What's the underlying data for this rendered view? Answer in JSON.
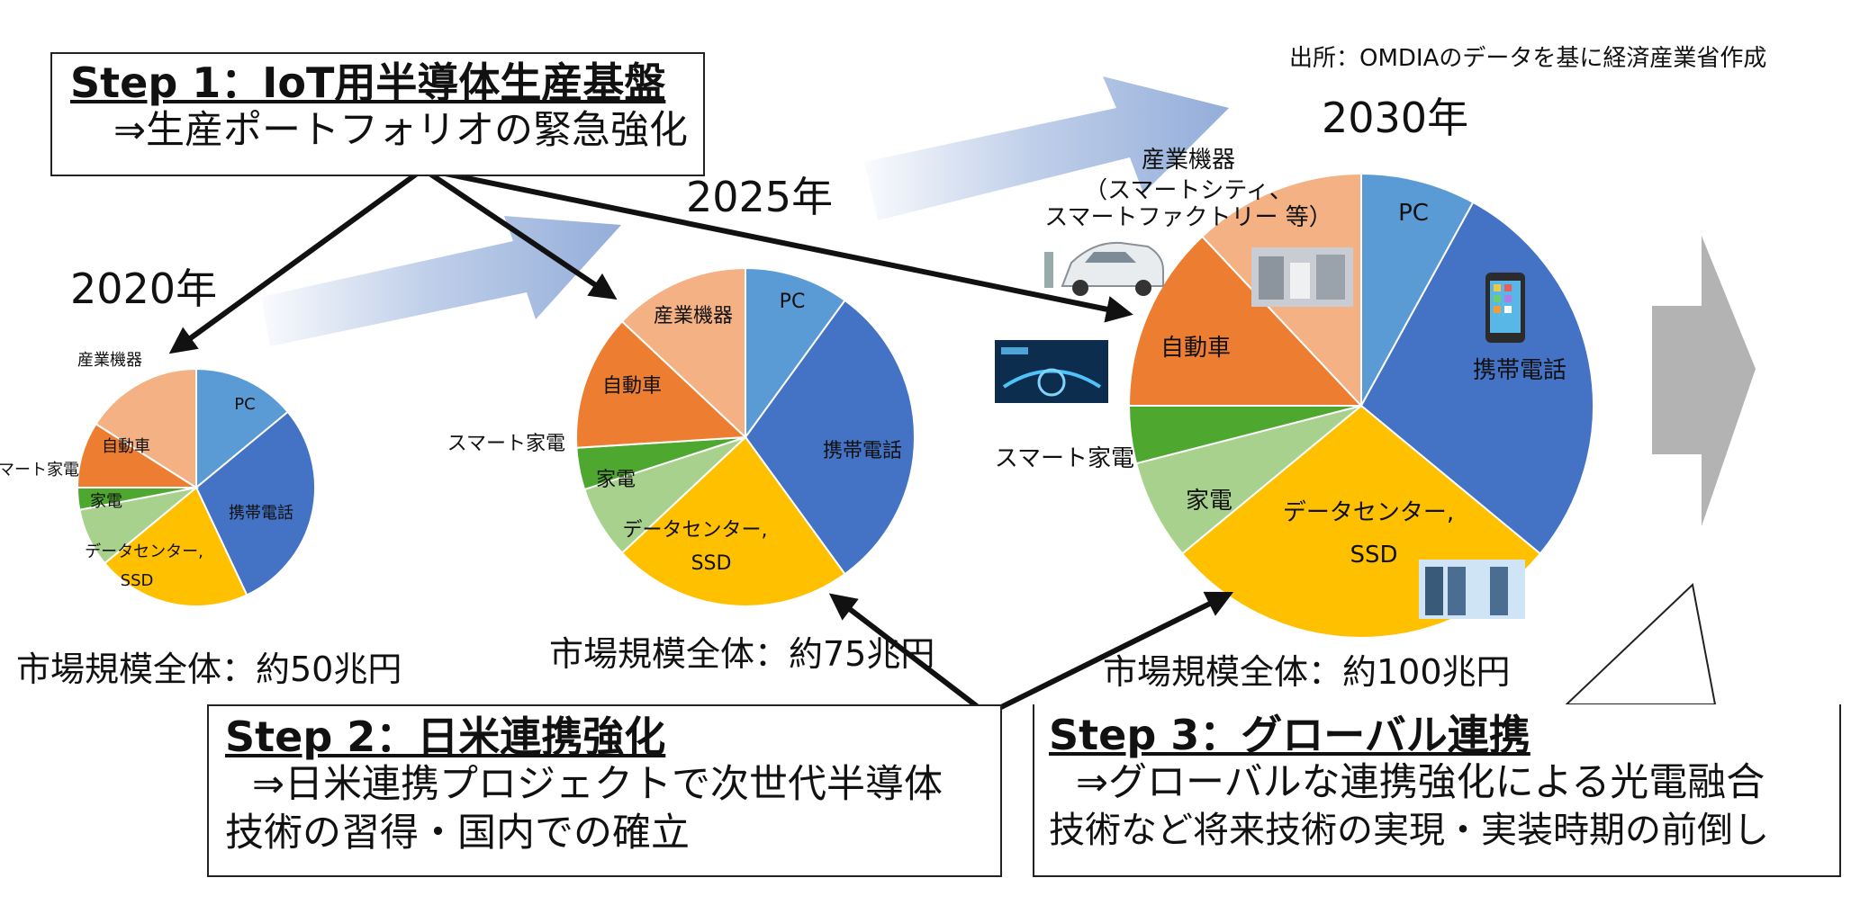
{
  "source": "出所：OMDIAのデータを基に経済産業省作成",
  "colors": {
    "PC": "#5B9BD5",
    "携帯電話": "#4472C4",
    "データセンター": "#FFC000",
    "家電": "#A9D18E",
    "スマート家電": "#4EA72E",
    "自動車": "#ED7D31",
    "産業機器": "#F4B183"
  },
  "chart_data": [
    {
      "type": "pie",
      "title": "2020年",
      "market_size": "市場規模全体：約50兆円",
      "categories": [
        "PC",
        "携帯電話",
        "データセンター, SSD",
        "家電",
        "スマート家電",
        "自動車",
        "産業機器"
      ],
      "values": [
        14,
        29,
        21,
        8,
        3,
        9,
        16
      ],
      "labels": {
        "pc": "PC",
        "phone": "携帯電話",
        "dc1": "データセンター,",
        "dc2": "SSD",
        "appliance": "家電",
        "smart": "スマート家電",
        "auto": "自動車",
        "industrial": "産業機器"
      }
    },
    {
      "type": "pie",
      "title": "2025年",
      "market_size": "市場規模全体：約75兆円",
      "categories": [
        "PC",
        "携帯電話",
        "データセンター, SSD",
        "家電",
        "スマート家電",
        "自動車",
        "産業機器"
      ],
      "values": [
        10,
        30,
        23,
        7,
        4,
        13,
        13
      ],
      "labels": {
        "pc": "PC",
        "phone": "携帯電話",
        "dc1": "データセンター,",
        "dc2": "SSD",
        "appliance": "家電",
        "smart": "スマート家電",
        "auto": "自動車",
        "industrial": "産業機器"
      }
    },
    {
      "type": "pie",
      "title": "2030年",
      "market_size": "市場規模全体：約100兆円",
      "categories": [
        "PC",
        "携帯電話",
        "データセンター, SSD",
        "家電",
        "スマート家電",
        "自動車",
        "産業機器"
      ],
      "values": [
        8,
        28,
        28,
        7,
        4,
        13,
        12
      ],
      "labels": {
        "pc": "PC",
        "phone": "携帯電話",
        "dc1": "データセンター,",
        "dc2": "SSD",
        "appliance": "家電",
        "smart": "スマート家電",
        "auto": "自動車",
        "industrial1": "産業機器",
        "industrial2": "（スマートシティ、",
        "industrial3": "スマートファクトリー 等）"
      }
    }
  ],
  "steps": {
    "step1": {
      "title": "Step 1：IoT用半導体生産基盤",
      "desc1": "⇒生産ポートフォリオの緊急強化"
    },
    "step2": {
      "title": "Step 2：日米連携強化",
      "desc1": "⇒日米連携プロジェクトで次世代半導体",
      "desc2": "技術の習得・国内での確立"
    },
    "step3": {
      "title": "Step 3：グローバル連携",
      "desc1": "⇒グローバルな連携強化による光電融合",
      "desc2": "技術など将来技術の実現・実装時期の前倒し"
    }
  }
}
